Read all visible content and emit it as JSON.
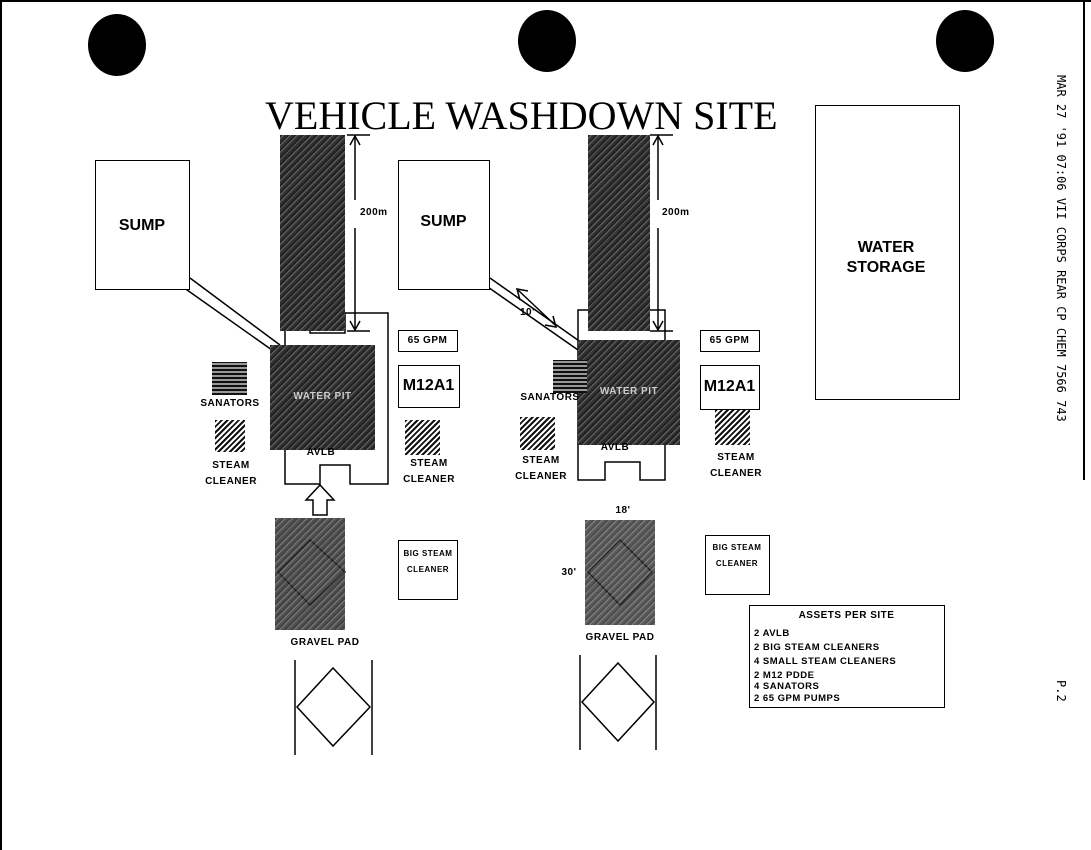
{
  "title": "VEHICLE WASHDOWN SITE",
  "fax_header": "MAR 27 '91 07:06 VII CORPS REAR CP CHEM 7566 743",
  "page_number": "P.2",
  "site_left": {
    "sump": "SUMP",
    "length": "200m",
    "gpm": "65 GPM",
    "m12a1": "M12A1",
    "pit": "WATER PIT",
    "avlb": "AVLB",
    "sanators": "SANATORS",
    "steam_cleaner_left": "STEAM CLEANER",
    "steam_cleaner_right": "STEAM CLEANER",
    "big_steam": "BIG STEAM CLEANER",
    "gravel_pad": "GRAVEL PAD"
  },
  "site_right": {
    "sump": "SUMP",
    "length": "200m",
    "pipe_length": "10'",
    "gpm": "65 GPM",
    "m12a1": "M12A1",
    "pit": "WATER PIT",
    "avlb": "AVLB",
    "sanators": "SANATORS",
    "steam_cleaner_left": "STEAM CLEANER",
    "steam_cleaner_right": "STEAM CLEANER",
    "big_steam": "BIG STEAM CLEANER",
    "pad_width": "18'",
    "pad_length": "30'",
    "gravel_pad": "GRAVEL PAD"
  },
  "water_storage": "WATER STORAGE",
  "assets": {
    "title": "ASSETS PER SITE",
    "items": [
      "2 AVLB",
      "2 BIG STEAM CLEANERS",
      "4 SMALL STEAM CLEANERS",
      "2 M12 PDDE",
      "4 SANATORS",
      "2 65 GPM PUMPS"
    ]
  }
}
